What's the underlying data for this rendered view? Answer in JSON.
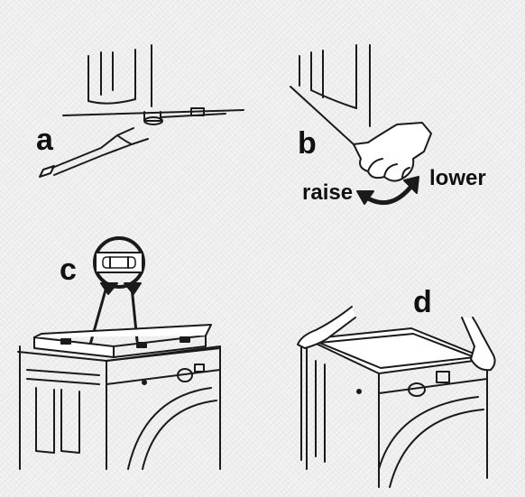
{
  "panels": {
    "a": {
      "letter": "a"
    },
    "b": {
      "letter": "b",
      "raise": "raise",
      "lower": "lower"
    },
    "c": {
      "letter": "c"
    },
    "d": {
      "letter": "d"
    }
  },
  "colors": {
    "line": "#1a1a1a",
    "paper": "#f2f2f2",
    "fill": "#ffffff",
    "dark": "#222222"
  }
}
